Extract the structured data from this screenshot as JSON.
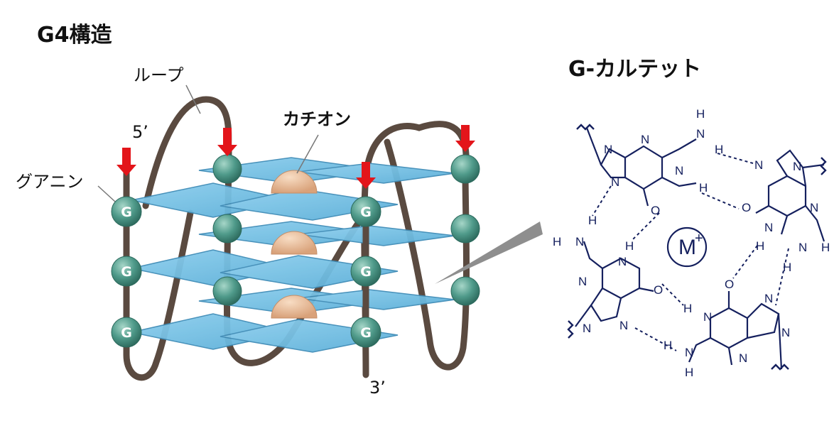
{
  "titles": {
    "left": "G4構造",
    "right": "G-カルテット"
  },
  "labels": {
    "loop": "ループ",
    "five_prime": "5’",
    "three_prime": "3’",
    "cation": "カチオン",
    "guanine": "グアニン"
  },
  "guanine_letter": "G",
  "metal_ion": {
    "symbol": "M",
    "charge": "+"
  },
  "atoms": {
    "n": "N",
    "h": "H",
    "o": "O"
  },
  "colors": {
    "strand": "#5a4a40",
    "plane": "#74bce0",
    "plane_edge": "#3f8cb7",
    "bead": "#4f9a8a",
    "cation": "#e9bb95",
    "arrow": "#e3151a",
    "chem": "#15205e"
  }
}
